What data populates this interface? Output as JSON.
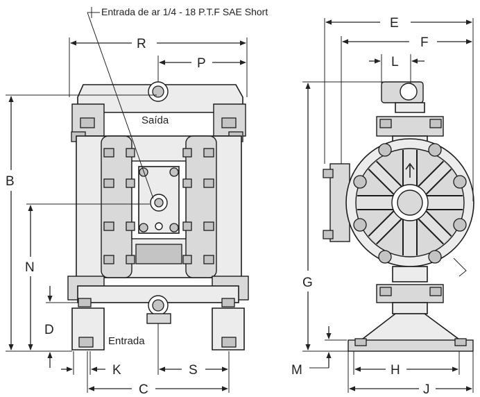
{
  "air_inlet_note": "Entrada de ar 1/4 - 18 P.T.F SAE Short",
  "outlet_label": "Saída",
  "inlet_label": "Entrada",
  "dimension_labels": {
    "R": "R",
    "P": "P",
    "B": "B",
    "N": "N",
    "D": "D",
    "K": "K",
    "S": "S",
    "C": "C",
    "E": "E",
    "F": "F",
    "L": "L",
    "G": "G",
    "M": "M",
    "H": "H",
    "J": "J"
  }
}
